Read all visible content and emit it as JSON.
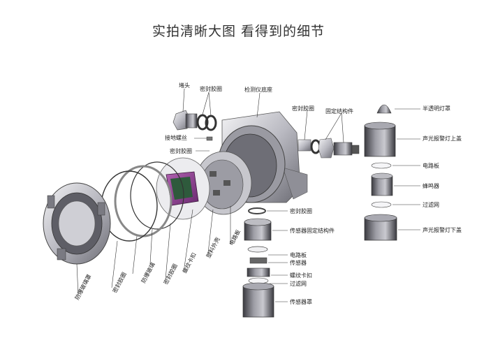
{
  "title": "实拍清晰大图 看得到的细节",
  "labels": {
    "plug": "堵头",
    "seal_top": "密封胶圈",
    "detector_base": "检测仪底座",
    "ground_screw": "接地螺丝",
    "seal_left": "密封胶圈",
    "seal_right": "密封胶圈",
    "fixing_structure": "固定结构件",
    "lamp_cover": "半透明灯罩",
    "alarm_upper_cover": "声光报警灯上盖",
    "circuit_board_r": "电路板",
    "buzzer": "蜂鸣器",
    "filter_mesh_r": "过滤网",
    "alarm_lower_cover": "声光报警灯下盖",
    "seal_sensor": "密封胶圈",
    "sensor_fixing": "传感器固定结构件",
    "circuit_board_center": "电路板",
    "circuit_board_lower": "电路板",
    "sensor": "传感器",
    "thread_clip_lower": "螺纹卡扣",
    "filter_mesh_lower": "过滤网",
    "sensor_cover": "传感器罩",
    "plastic_shell": "塑料外壳",
    "thread_clip": "螺纹卡扣",
    "seal_mid": "密封胶圈",
    "explosion_glass": "防爆玻璃",
    "seal_bottom": "密封胶圈",
    "explosion_glass_cover": "防爆玻璃罩"
  },
  "colors": {
    "metal_light": "#d9d9dd",
    "metal_mid": "#a9a9b1",
    "metal_dark": "#4a4a52",
    "display_purple": "#8a3f8c",
    "display_green": "#2e5a3c"
  }
}
